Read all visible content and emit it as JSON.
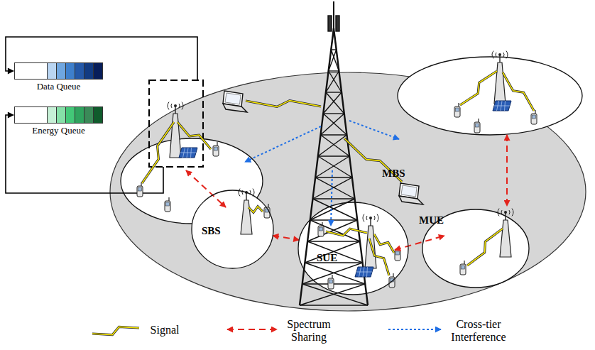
{
  "diagram": {
    "nodes": [
      {
        "text": [
          "Data Queue"
        ]
      },
      {
        "text": [
          "Energy Queue"
        ]
      },
      {
        "text": [
          "SBS"
        ]
      },
      {
        "text": [
          "SUE"
        ]
      }
    ],
    "edges": [
      {
        "from": 2,
        "to": 3,
        "arrow": "both"
      }
    ],
    "labels": [
      "MBS",
      "MUE"
    ],
    "legend": [
      {
        "text": "Signal"
      },
      {
        "text": "Spectrum Sharing"
      },
      {
        "text": "Cross-tier Interference"
      }
    ]
  }
}
